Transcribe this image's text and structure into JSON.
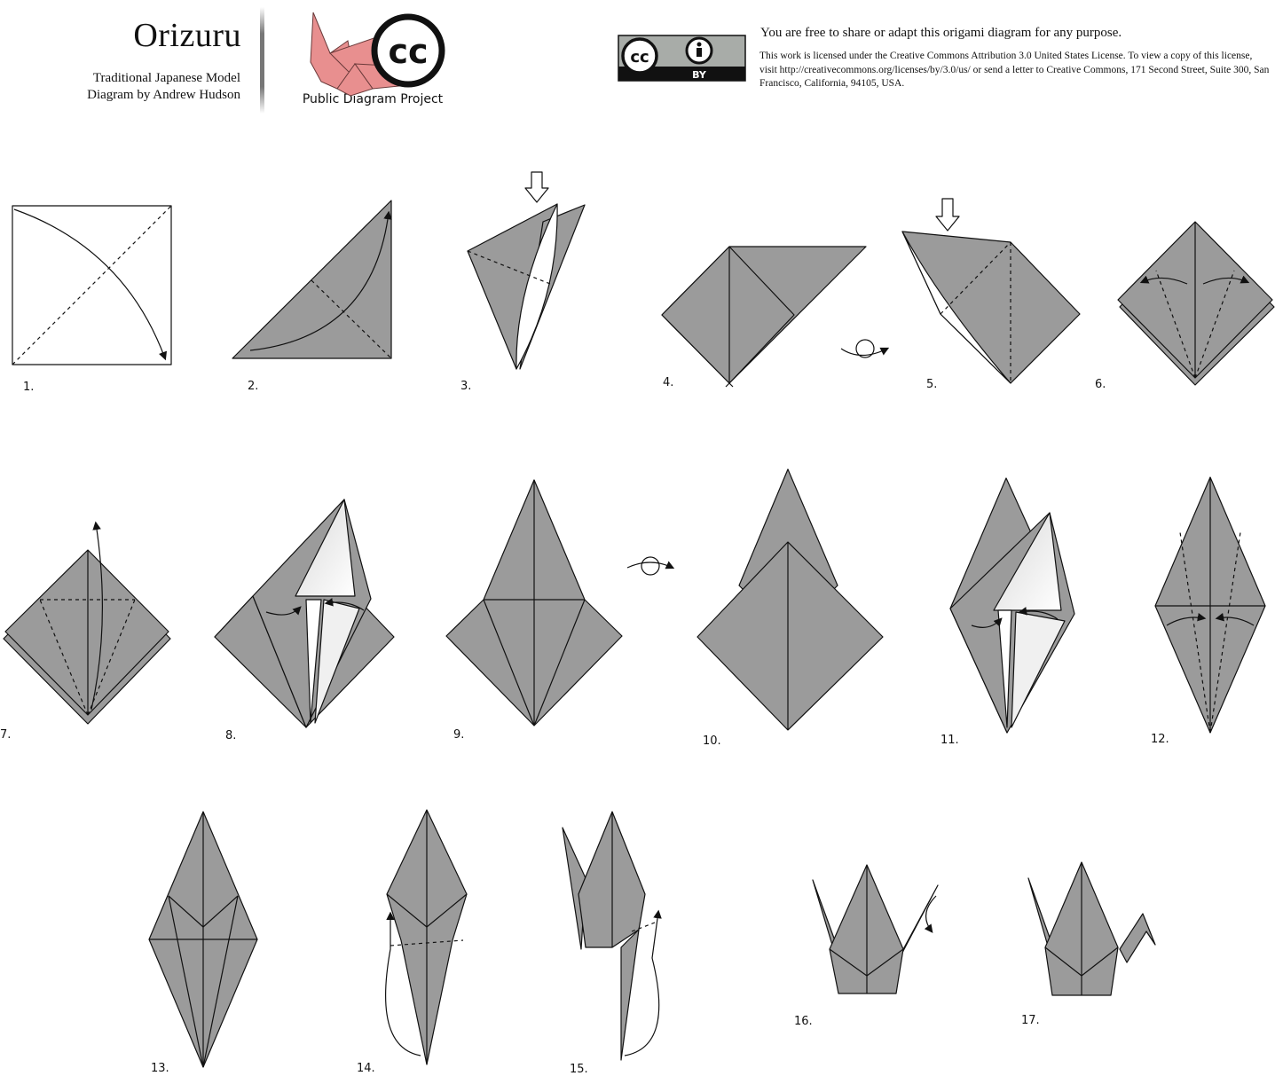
{
  "header": {
    "title": "Orizuru",
    "subtitle_line1": "Traditional Japanese Model",
    "subtitle_line2": "Diagram by Andrew Hudson",
    "logo_caption": "Public Diagram Project",
    "logo_badge": "cc"
  },
  "license": {
    "badge_cc": "cc",
    "badge_by": "BY",
    "headline": "You are free to share or adapt this origami diagram for any purpose.",
    "body": "This work is licensed under the Creative Commons Attribution 3.0 United States License. To view a copy of this license, visit http://creativecommons.org/licenses/by/3.0/us/ or send a letter to Creative Commons, 171 Second Street, Suite 300, San Francisco, California, 94105, USA."
  },
  "steps": [
    "1.",
    "2.",
    "3.",
    "4.",
    "5.",
    "6.",
    "7.",
    "8.",
    "9.",
    "10.",
    "11.",
    "12.",
    "13.",
    "14.",
    "15.",
    "16.",
    "17."
  ],
  "colors": {
    "paper": "#9b9b9b",
    "paper_light": "#f2f2f2",
    "line": "#111111",
    "logo_pink": "#e88f8f"
  },
  "icons": {
    "cc_logo": "creative-commons-icon",
    "by_person": "attribution-person-icon",
    "turn_over": "turn-over-icon",
    "push_arrow": "push-arrow-icon"
  }
}
